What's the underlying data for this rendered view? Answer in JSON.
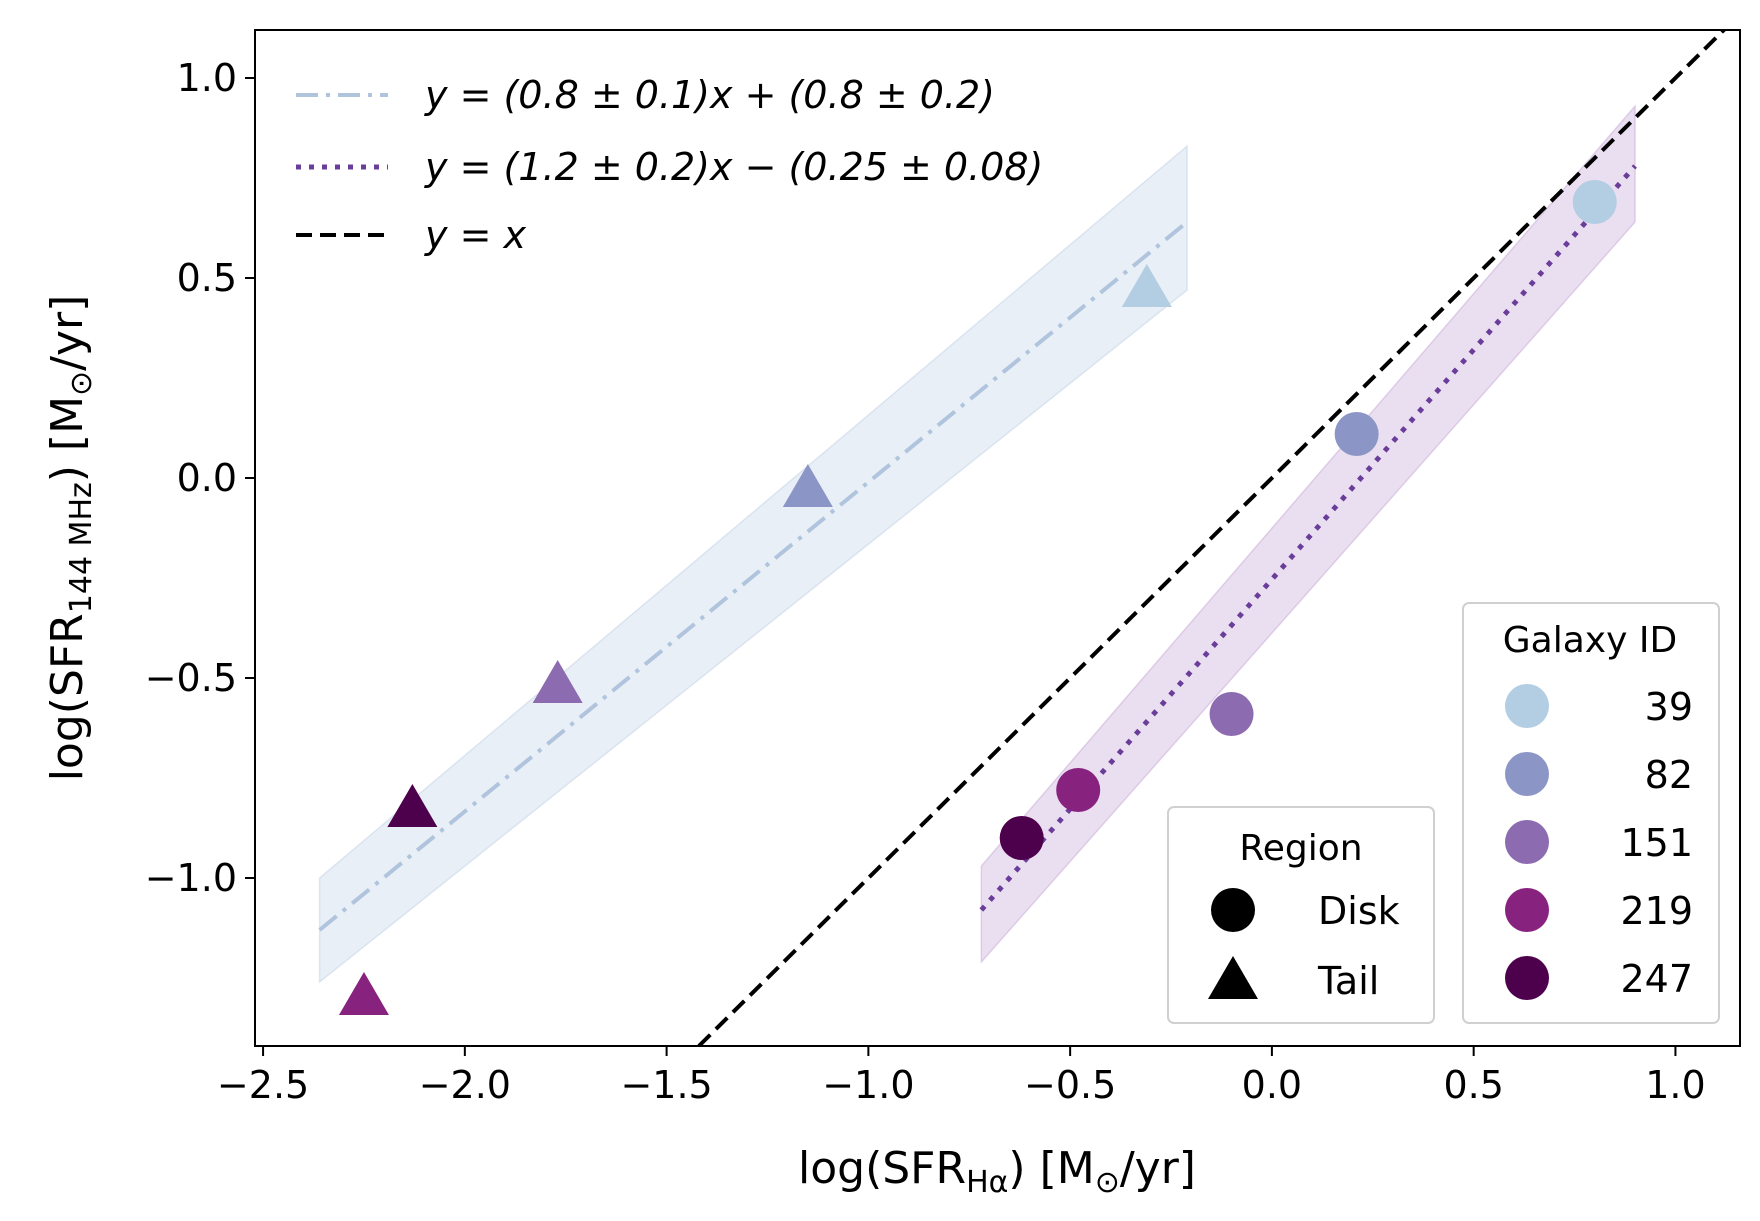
{
  "chart_data": {
    "type": "scatter",
    "xlabel": {
      "main": "log(SFR",
      "sub": "Hα",
      "unit": ") [M",
      "sun": "⊙",
      "end": "/yr]"
    },
    "ylabel": {
      "main": "log(SFR",
      "sub": "144 MHz",
      "unit": ") [M",
      "sun": "⊙",
      "end": "/yr]"
    },
    "xlim": [
      -2.52,
      1.16
    ],
    "ylim": [
      -1.42,
      1.12
    ],
    "x_ticks": [
      -2.5,
      -2.0,
      -1.5,
      -1.0,
      -0.5,
      0.0,
      0.5,
      1.0
    ],
    "x_tick_labels": [
      "−2.5",
      "−2.0",
      "−1.5",
      "−1.0",
      "−0.5",
      "0.0",
      "0.5",
      "1.0"
    ],
    "y_ticks": [
      -1.0,
      -0.5,
      0.0,
      0.5,
      1.0
    ],
    "y_tick_labels": [
      "−1.0",
      "−0.5",
      "0.0",
      "0.5",
      "1.0"
    ],
    "grid": false,
    "galaxies": [
      {
        "id": "39",
        "color": "#b3cde3"
      },
      {
        "id": "82",
        "color": "#8c96c6"
      },
      {
        "id": "151",
        "color": "#8c6bb1"
      },
      {
        "id": "219",
        "color": "#88227f"
      },
      {
        "id": "247",
        "color": "#4d004b"
      }
    ],
    "points": [
      {
        "region": "Disk",
        "galaxy": "39",
        "x": 0.8,
        "y": 0.69
      },
      {
        "region": "Disk",
        "galaxy": "82",
        "x": 0.21,
        "y": 0.11
      },
      {
        "region": "Disk",
        "galaxy": "151",
        "x": -0.1,
        "y": -0.59
      },
      {
        "region": "Disk",
        "galaxy": "219",
        "x": -0.48,
        "y": -0.78
      },
      {
        "region": "Disk",
        "galaxy": "247",
        "x": -0.62,
        "y": -0.9
      },
      {
        "region": "Tail",
        "galaxy": "39",
        "x": -0.31,
        "y": 0.47
      },
      {
        "region": "Tail",
        "galaxy": "82",
        "x": -1.15,
        "y": -0.03
      },
      {
        "region": "Tail",
        "galaxy": "151",
        "x": -1.77,
        "y": -0.52
      },
      {
        "region": "Tail",
        "galaxy": "219",
        "x": -2.25,
        "y": -1.3
      },
      {
        "region": "Tail",
        "galaxy": "247",
        "x": -2.13,
        "y": -0.83
      }
    ],
    "fits": [
      {
        "name": "y = (0.8 ± 0.1)x + (0.8 ± 0.2)",
        "style": "dashdot",
        "color": "#b0c4de",
        "band_color": "#b0c4de",
        "x": [
          -2.36,
          -0.21
        ],
        "y": [
          -1.13,
          0.64
        ],
        "band_lower": [
          -1.26,
          0.47
        ],
        "band_upper": [
          -1.0,
          0.83
        ]
      },
      {
        "name": "y = (1.2 ± 0.2)x − (0.25 ± 0.08)",
        "style": "dotted",
        "color": "#6a3d9a",
        "band_color": "#b48cc8",
        "x": [
          -0.72,
          0.9
        ],
        "y": [
          -1.08,
          0.78
        ],
        "band_lower": [
          -1.21,
          0.64
        ],
        "band_upper": [
          -0.97,
          0.93
        ]
      },
      {
        "name": "y = x",
        "style": "dashed",
        "color": "#000000",
        "x": [
          -1.42,
          1.16
        ],
        "y": [
          -1.42,
          1.16
        ]
      }
    ],
    "legends": {
      "fits": {
        "placement": "top-left"
      },
      "region": {
        "title": "Region",
        "entries": [
          "Disk",
          "Tail"
        ],
        "placement": "lower-right"
      },
      "galaxy": {
        "title": "Galaxy ID",
        "placement": "lower-right"
      }
    }
  }
}
